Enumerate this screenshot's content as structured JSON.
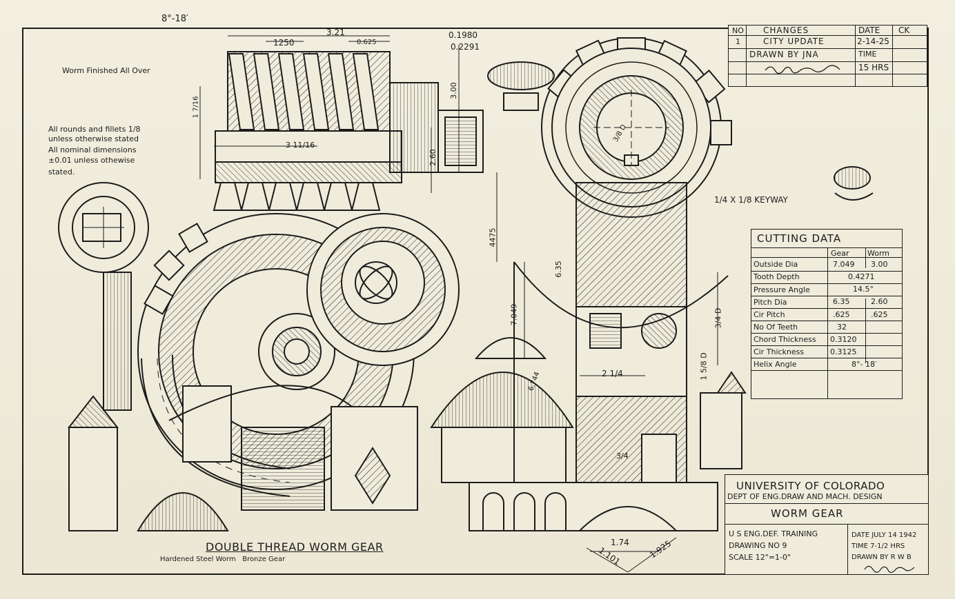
{
  "changes_table": {
    "headers": [
      "NO",
      "CHANGES",
      "DATE",
      "CK"
    ],
    "row_no": "1",
    "row_change": "CITY UPDATE",
    "row_date": "2-14-25",
    "drawn_by": "DRAWN BY JNA",
    "time_label": "TIME",
    "time_value": "15 HRS"
  },
  "notes": {
    "worm_finished": "Worm Finished All Over",
    "rounds_fillets_1": "All rounds and fillets 1/8",
    "rounds_fillets_2": "unless otherwise stated",
    "nominal_1": "All nominal dimensions",
    "nominal_2": "±0.01 unless othewise",
    "nominal_3": "stated."
  },
  "dimensions": {
    "helix": "8°-18′",
    "d1250": "1250",
    "d321": "3.21",
    "d0625": "0.625",
    "d01980": "0.1980",
    "d02291": "0.2291",
    "d300": "3.00",
    "d260": "2.60",
    "d311_16": "3 11/16",
    "d1_7_16": "1 7/16",
    "d4475": "4475",
    "d635": "6.35",
    "d7049": "7.049",
    "d6744": "6.744",
    "d2_1_4": "2 1/4",
    "d1_5_8_d": "1 5/8 D",
    "d3_4_d": "3/4 D",
    "d3_4": "3/4",
    "d1_5_8": "1 5/8 D",
    "keyway": "1/4 X 1/8 KEYWAY",
    "d174": "1.74",
    "d1101": "1.101",
    "d1925": "1.925",
    "d3_8": "3/8 D"
  },
  "cutting_data": {
    "title": "CUTTING DATA",
    "col_gear": "Gear",
    "col_worm": "Worm",
    "rows": [
      {
        "label": "Outside Dia",
        "gear": "7.049",
        "worm": "3.00"
      },
      {
        "label": "Tooth Depth",
        "span": "0.4271"
      },
      {
        "label": "Pressure Angle",
        "span": "14.5°"
      },
      {
        "label": "Pitch Dia",
        "gear": "6.35",
        "worm": "2.60"
      },
      {
        "label": "Cir Pitch",
        "gear": ".625",
        "worm": ".625"
      },
      {
        "label": "No Of Teeth",
        "gear": "32",
        "worm": ""
      },
      {
        "label": "Chord Thickness",
        "gear": "0.3120",
        "worm": ""
      },
      {
        "label": "Cir Thickness",
        "gear": "0.3125",
        "worm": ""
      },
      {
        "label": "Helix Angle",
        "span": "8°- 18′"
      }
    ]
  },
  "caption": {
    "title": "DOUBLE THREAD WORM GEAR",
    "subtitle": "Hardened Steel Worm   Bronze Gear"
  },
  "title_block": {
    "university": "UNIVERSITY OF COLORADO",
    "dept": "DEPT OF ENG.DRAW AND MACH. DESIGN",
    "drawing_title": "WORM GEAR",
    "training": "U S ENG.DEF. TRAINING",
    "drawing_no": "DRAWING NO 9",
    "scale": "SCALE 12\"=1-0\"",
    "date": "DATE JULY 14 1942",
    "time": "TIME 7-1/2 HRS",
    "drawn_by": "DRAWN BY R W B"
  },
  "colors": {
    "paper": "#efecdc",
    "ink": "#1b1b1b"
  }
}
